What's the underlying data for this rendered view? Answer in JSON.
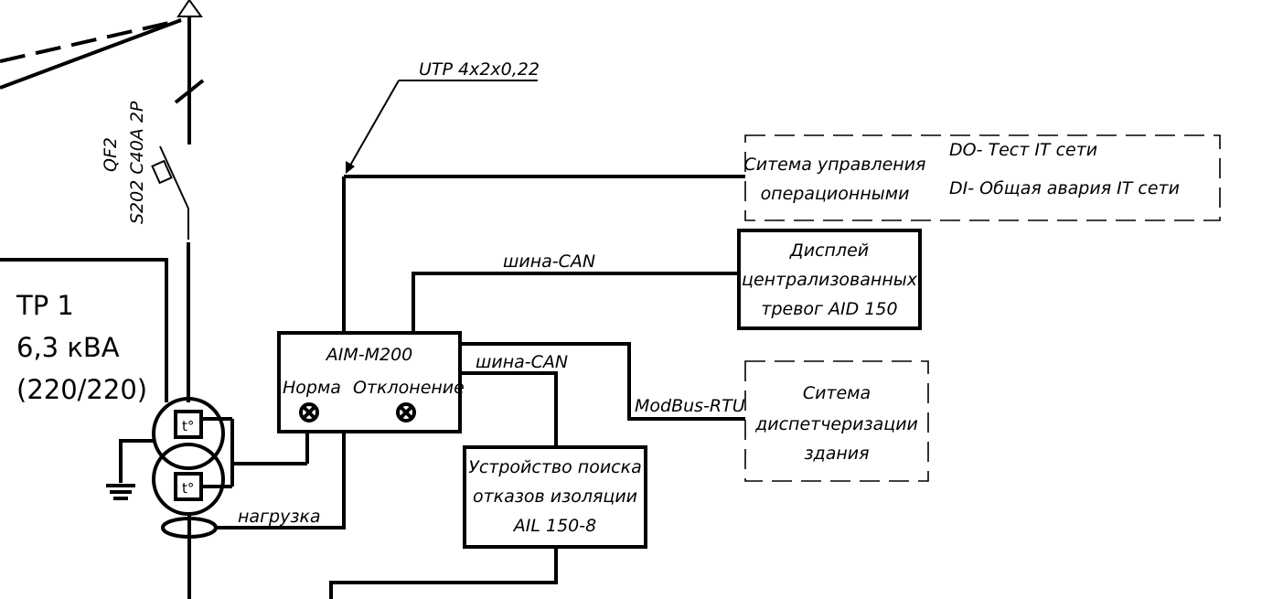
{
  "cable_label": "UTP 4x2x0,22",
  "breaker": {
    "line1": "QF2",
    "line2": "S202 C40A 2P"
  },
  "transformer": {
    "line1": "ТР 1",
    "line2": "6,3 кВА",
    "line3": "(220/220)",
    "temp_symbol": "t°"
  },
  "load_label": "нагрузка",
  "aim": {
    "title": "AIM-M200",
    "norm": "Норма",
    "deviation": "Отклонение"
  },
  "bus1": "шина-CAN",
  "bus2": "шина-CAN",
  "modbus": "ModBus-RTU",
  "ops_system": {
    "line1": "Ситема управления",
    "line2": "операционными"
  },
  "do_text": "DO- Тест IT сети",
  "di_text": "DI- Общая авария IT сети",
  "display": {
    "line1": "Дисплей",
    "line2": "централизованных",
    "line3": "тревог AID 150"
  },
  "dispatch": {
    "line1": "Ситема",
    "line2": "диспетчеризации",
    "line3": "здания"
  },
  "fault_finder": {
    "line1": "Устройство поиска",
    "line2": "отказов изоляции",
    "line3": "AIL 150-8"
  }
}
